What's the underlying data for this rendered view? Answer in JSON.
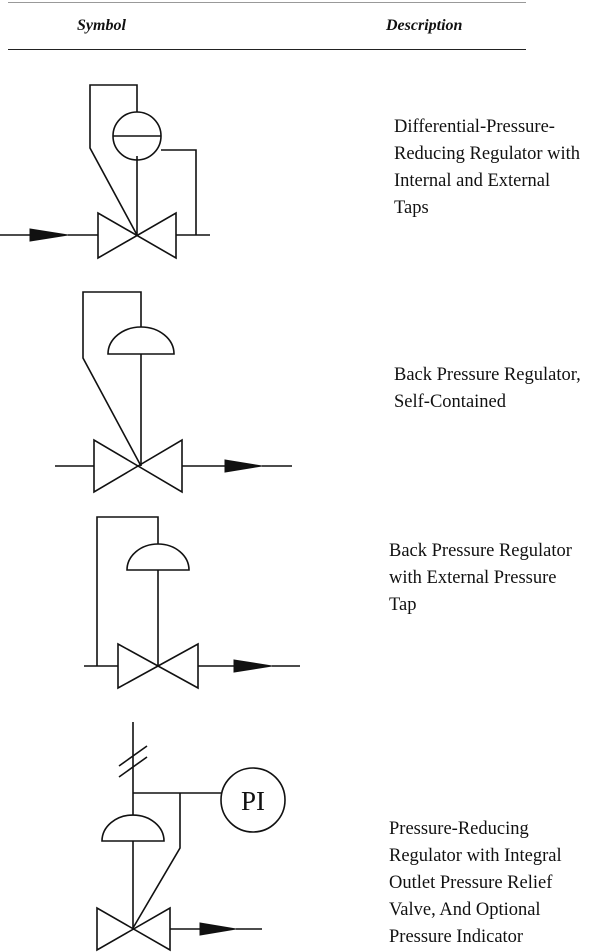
{
  "header": {
    "symbol_label": "Symbol",
    "description_label": "Description"
  },
  "rows": [
    {
      "symbol": "differential-pressure-reducing-regulator-symbol",
      "description": "Differential-Pressure-\nReducing Regulator with\nInternal and External\nTaps"
    },
    {
      "symbol": "back-pressure-regulator-self-contained-symbol",
      "description": "Back Pressure Regulator,\nSelf-Contained"
    },
    {
      "symbol": "back-pressure-regulator-external-tap-symbol",
      "description": "Back Pressure Regulator\nwith External Pressure\nTap"
    },
    {
      "symbol": "pressure-reducing-regulator-relief-valve-symbol",
      "description": "Pressure-Reducing\nRegulator with Integral\nOutlet Pressure Relief\nValve, And Optional\nPressure Indicator",
      "indicator_label": "PI"
    }
  ]
}
